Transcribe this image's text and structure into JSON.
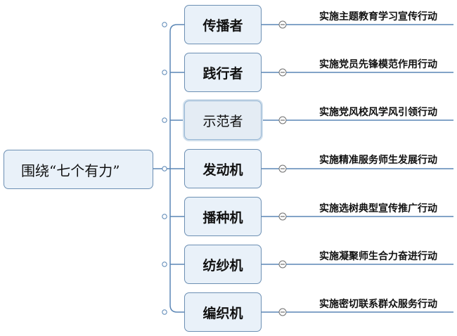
{
  "root": {
    "label": "围绕“七个有力”"
  },
  "branches": [
    {
      "node": "传播者",
      "action": "实施主题教育学习宣传行动"
    },
    {
      "node": "践行者",
      "action": "实施党员先锋模范作用行动"
    },
    {
      "node": "示范者",
      "action": "实施党风校风学风引领行动"
    },
    {
      "node": "发动机",
      "action": "实施精准服务师生发展行动"
    },
    {
      "node": "播种机",
      "action": "实施选树典型宣传推广行动"
    },
    {
      "node": "纺纱机",
      "action": "实施凝聚师生合力奋进行动"
    },
    {
      "node": "编织机",
      "action": "实施密切联系群众服务行动"
    }
  ],
  "colors": {
    "line": "#5a86b5",
    "node_fill": "#e9f1f9",
    "node_border": "#6c8fb3",
    "selected_border": "#96b6d4"
  },
  "icons": {
    "connector": "circle-dot",
    "collapse": "minus-circle"
  }
}
